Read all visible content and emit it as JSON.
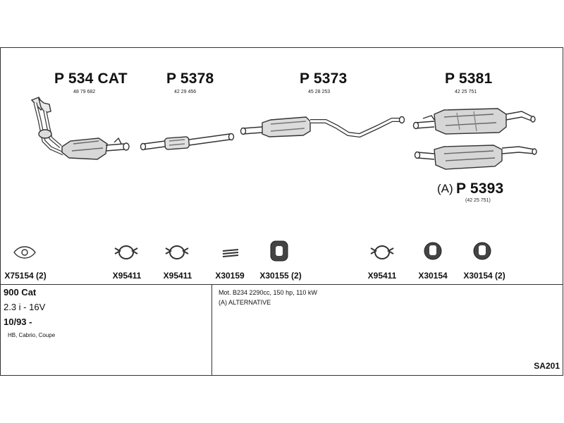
{
  "parts": [
    {
      "number": "P 534 CAT",
      "code": "48 79 682"
    },
    {
      "number": "P 5378",
      "code": "42 29 456"
    },
    {
      "number": "P 5373",
      "code": "45 28 253"
    },
    {
      "number": "P 5381",
      "code": "42 25 751"
    },
    {
      "number": "P 5393",
      "code": "(42 25 751)",
      "prefix": "(A)"
    }
  ],
  "fittings": [
    {
      "label": "X75154 (2)",
      "icon": "gasket-icon"
    },
    {
      "label": "X95411",
      "icon": "clamp-icon"
    },
    {
      "label": "X95411",
      "icon": "clamp-icon"
    },
    {
      "label": "X30159",
      "icon": "spring-icon"
    },
    {
      "label": "X30155 (2)",
      "icon": "rubber-mount-icon"
    },
    {
      "label": "X95411",
      "icon": "clamp-icon"
    },
    {
      "label": "X30154",
      "icon": "rubber-ring-icon"
    },
    {
      "label": "X30154 (2)",
      "icon": "rubber-ring-icon"
    }
  ],
  "vehicle": {
    "model": "900 Cat",
    "engine": "2.3 i - 16V",
    "date": "10/93 -",
    "body": "HB, Cabrio, Coupe",
    "motor_info": "Mot. B234 2290cc, 150 hp, 110 kW",
    "alternative_note": "(A) ALTERNATIVE",
    "sheet_code": "SA201"
  },
  "colors": {
    "line": "#333333",
    "part_fill": "#e0e0e0",
    "part_shade": "#555555"
  }
}
